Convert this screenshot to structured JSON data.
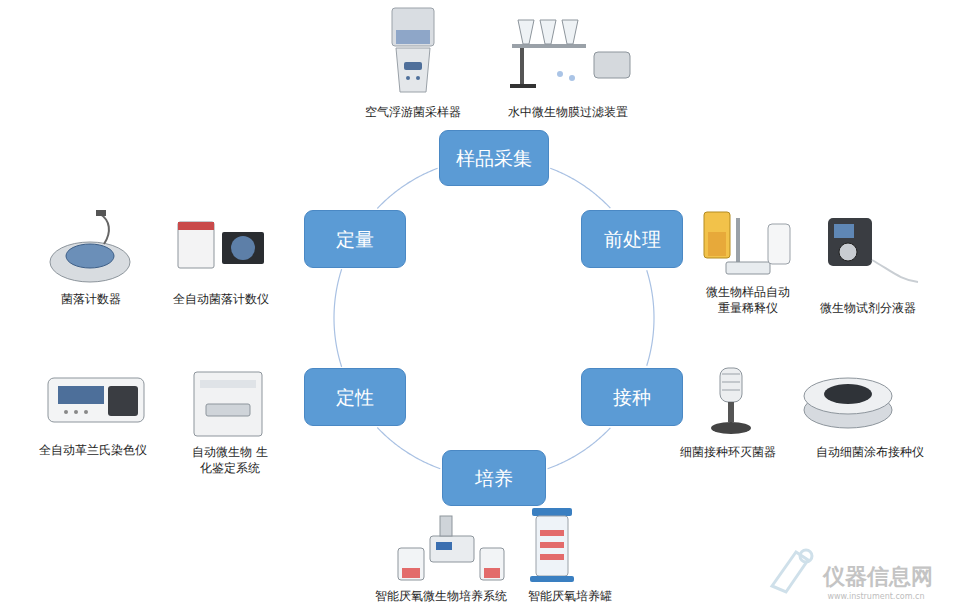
{
  "diagram": {
    "nodes": [
      {
        "text": [
          "样品采集"
        ]
      },
      {
        "text": [
          "前处理"
        ]
      },
      {
        "text": [
          "接种"
        ]
      },
      {
        "text": [
          "培养"
        ]
      },
      {
        "text": [
          "定性"
        ]
      },
      {
        "text": [
          "定量"
        ]
      }
    ],
    "edges": [
      {
        "from": 0,
        "to": 1,
        "arrow": "none"
      },
      {
        "from": 1,
        "to": 2,
        "arrow": "none"
      },
      {
        "from": 2,
        "to": 3,
        "arrow": "none"
      },
      {
        "from": 3,
        "to": 4,
        "arrow": "none"
      },
      {
        "from": 4,
        "to": 5,
        "arrow": "none"
      },
      {
        "from": 5,
        "to": 0,
        "arrow": "none"
      }
    ],
    "labels": [
      "空气浮游菌采样器",
      "水中微生物膜过滤装置",
      "微生物样品自动 重量稀释仪",
      "微生物试剂分液器",
      "细菌接种环灭菌器",
      "自动细菌涂布接种仪",
      "智能厌氧微生物培养系统",
      "智能厌氧培养罐",
      "全自动革兰氏染色仪",
      "自动微生物 生化鉴定系统",
      "菌落计数器",
      "全自动菌落计数仪",
      "仪器信息网",
      "www.instrument.com.cn"
    ]
  }
}
